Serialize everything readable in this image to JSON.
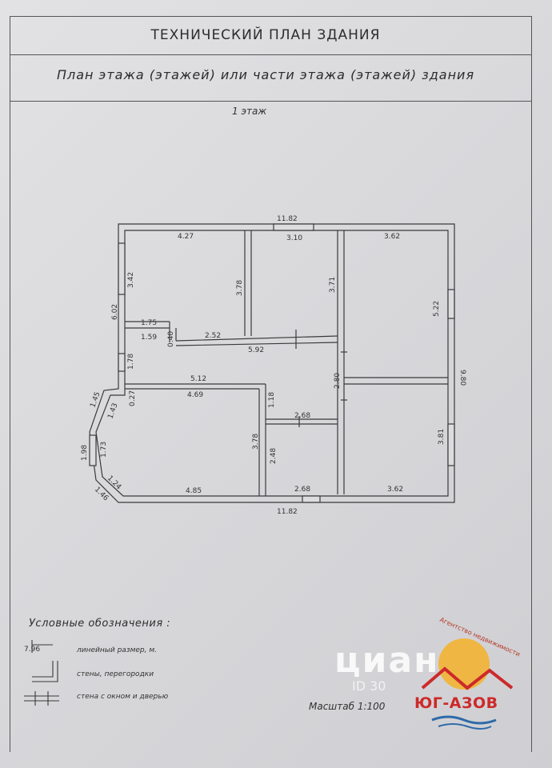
{
  "header": {
    "title": "ТЕХНИЧЕСКИЙ ПЛАН ЗДАНИЯ",
    "subtitle": "План этажа (этажей) или части этажа (этажей) здания"
  },
  "plan": {
    "floor_label": "1 этаж",
    "dimensions": {
      "top_total": "11.82",
      "bottom_total": "11.82",
      "right_total": "9.80",
      "left_upper": "6.02",
      "room_a_top": "4.27",
      "room_a_side": "3.42",
      "room_a_right": "3.78",
      "room_b_top": "3.10",
      "room_b_right": "3.71",
      "room_c_top": "3.62",
      "room_c_side": "5.22",
      "hall_seg1": "1.75",
      "hall_seg2": "1.59",
      "hall_step": "0.40",
      "hall_seg3": "2.52",
      "hall_width": "5.92",
      "left_mid": "1.78",
      "hall_bottom": "5.12",
      "room_d_top": "4.69",
      "room_d_step": "0.27",
      "room_d_right": "3.78",
      "bay_upper_out": "1.45",
      "bay_upper_in": "1.43",
      "bay_mid_out": "1.98",
      "bay_mid_in": "1.73",
      "bay_lower_in": "1.24",
      "bay_lower_out": "1.46",
      "room_d_bottom": "4.85",
      "corridor_step": "1.18",
      "room_e_top": "2.68",
      "room_e_side": "2.48",
      "room_e_bottom": "2.68",
      "room_f_side": "2.80",
      "room_g_side": "3.81",
      "room_g_bottom": "3.62"
    }
  },
  "legend": {
    "title": "Условные обозначения :",
    "sample_value": "7.96",
    "items": [
      {
        "label": "линейный размер, м."
      },
      {
        "label": "стены, перегородки"
      },
      {
        "label": "стена с окном и дверью"
      }
    ]
  },
  "scale": "Масштаб 1:100",
  "watermark": {
    "brand": "циан",
    "id_text": "ID 30"
  },
  "logo": {
    "agency": "ЮГ-АЗОВ",
    "caption": "Агентство недвижимости",
    "accent": "#cc2a2a",
    "sun": "#f2b233",
    "wave": "#2e6aa8"
  }
}
